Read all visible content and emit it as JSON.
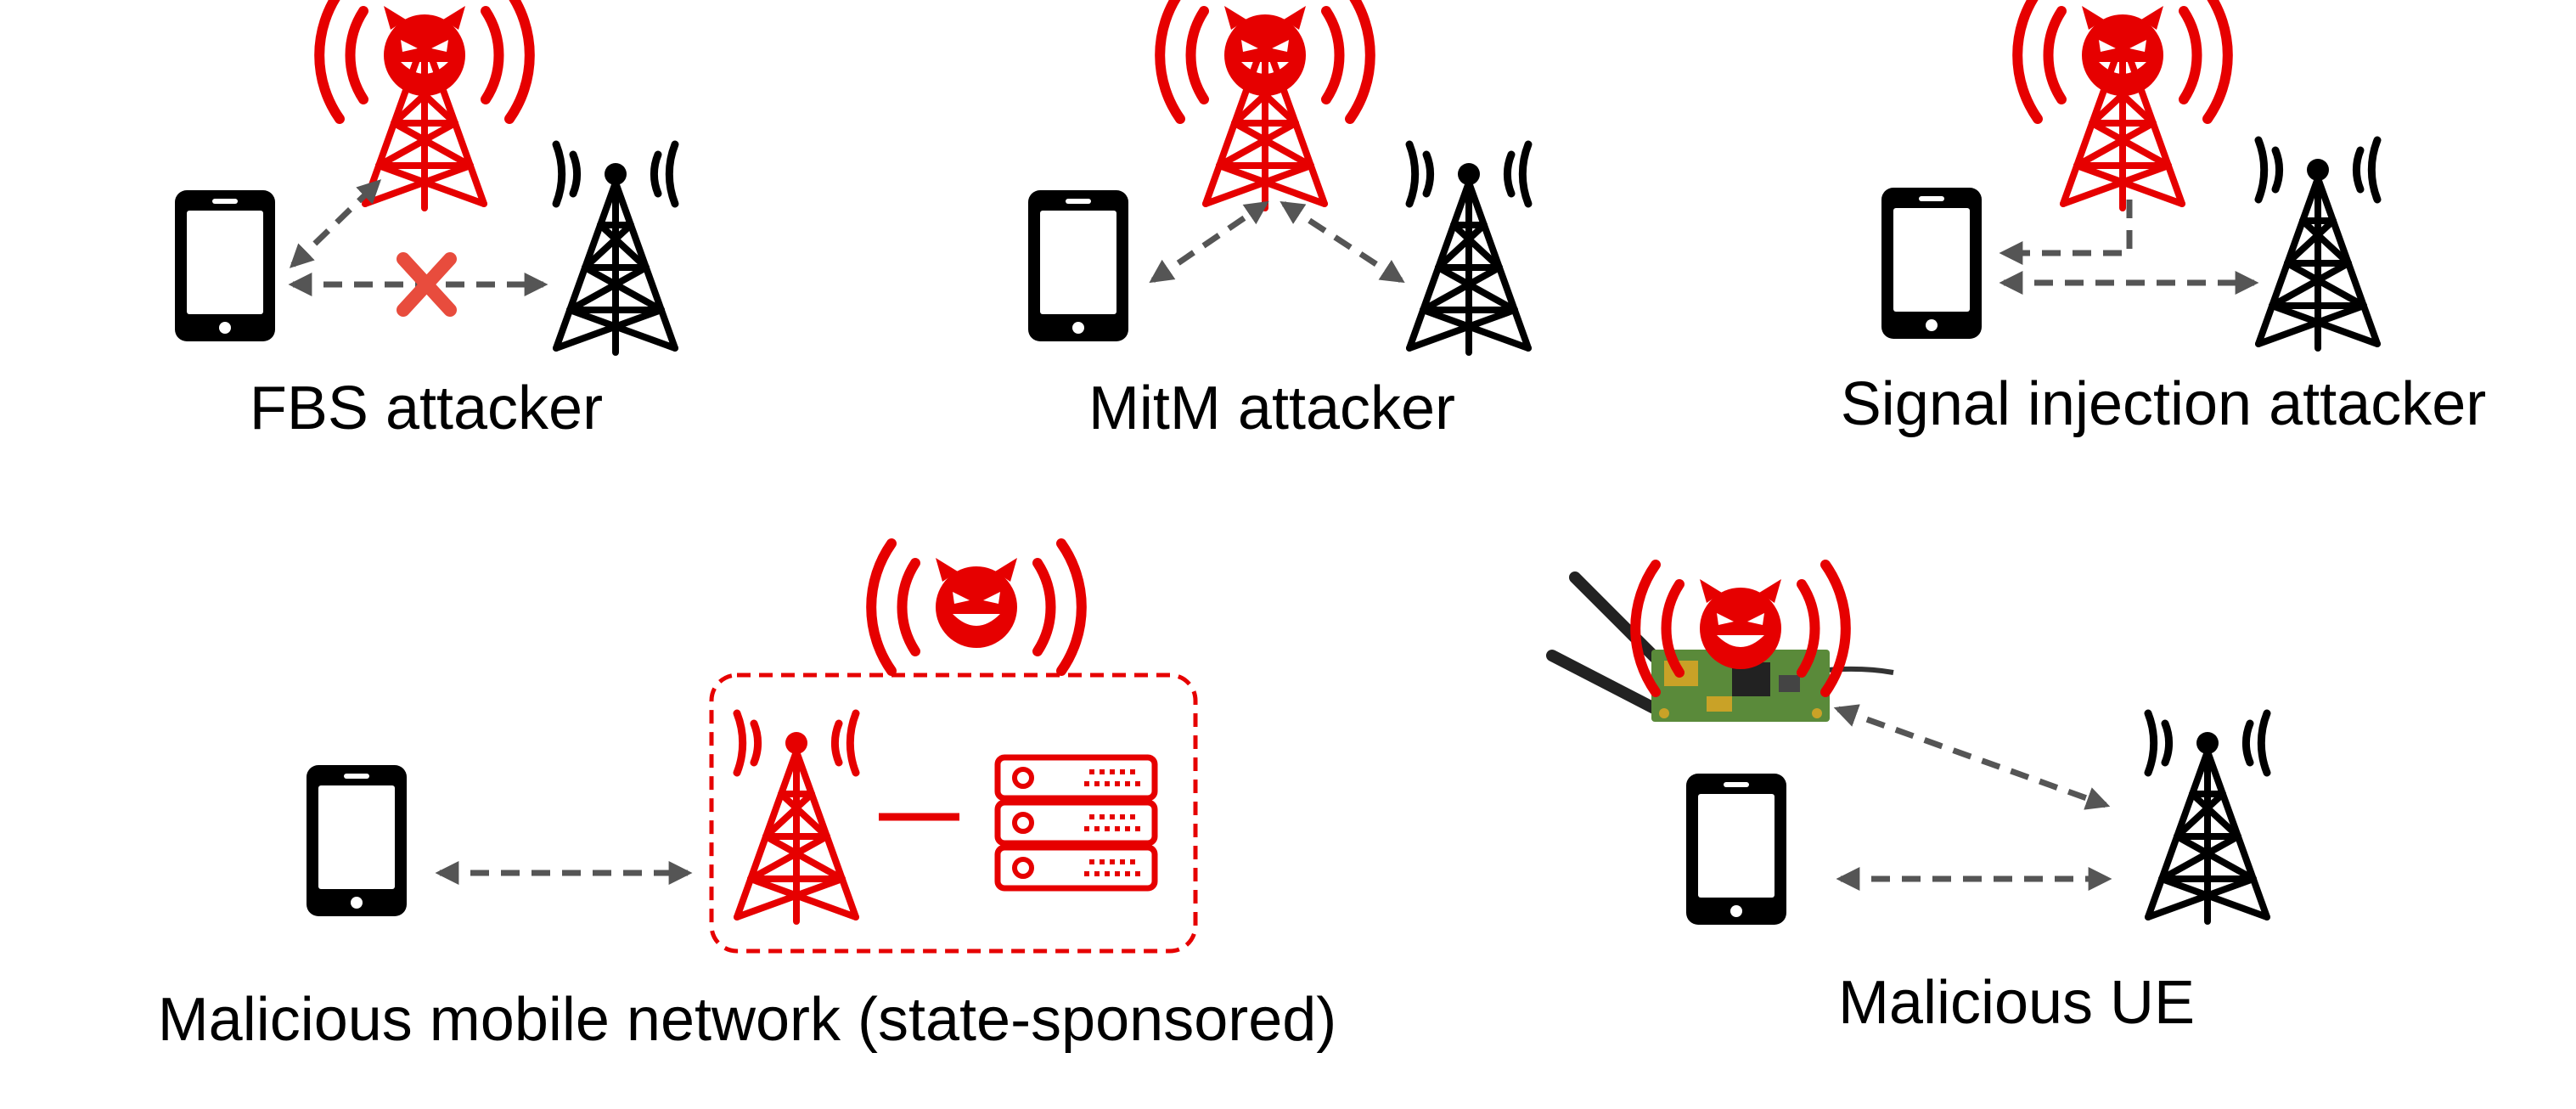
{
  "scenarios": {
    "fbs": {
      "label": "FBS attacker"
    },
    "mitm": {
      "label": "MitM attacker"
    },
    "injection": {
      "label": "Signal injection attacker"
    },
    "network": {
      "label": "Malicious mobile network (state-sponsored)"
    },
    "ue": {
      "label": "Malicious UE"
    }
  },
  "colors": {
    "attacker": "#e60000",
    "legit": "#000000",
    "arrow": "#555555",
    "blocked": "#e84c3d"
  },
  "icons": [
    "devil-icon",
    "cell-tower-icon",
    "smartphone-icon",
    "server-rack-icon",
    "sdr-board-icon",
    "blocked-x-icon"
  ]
}
